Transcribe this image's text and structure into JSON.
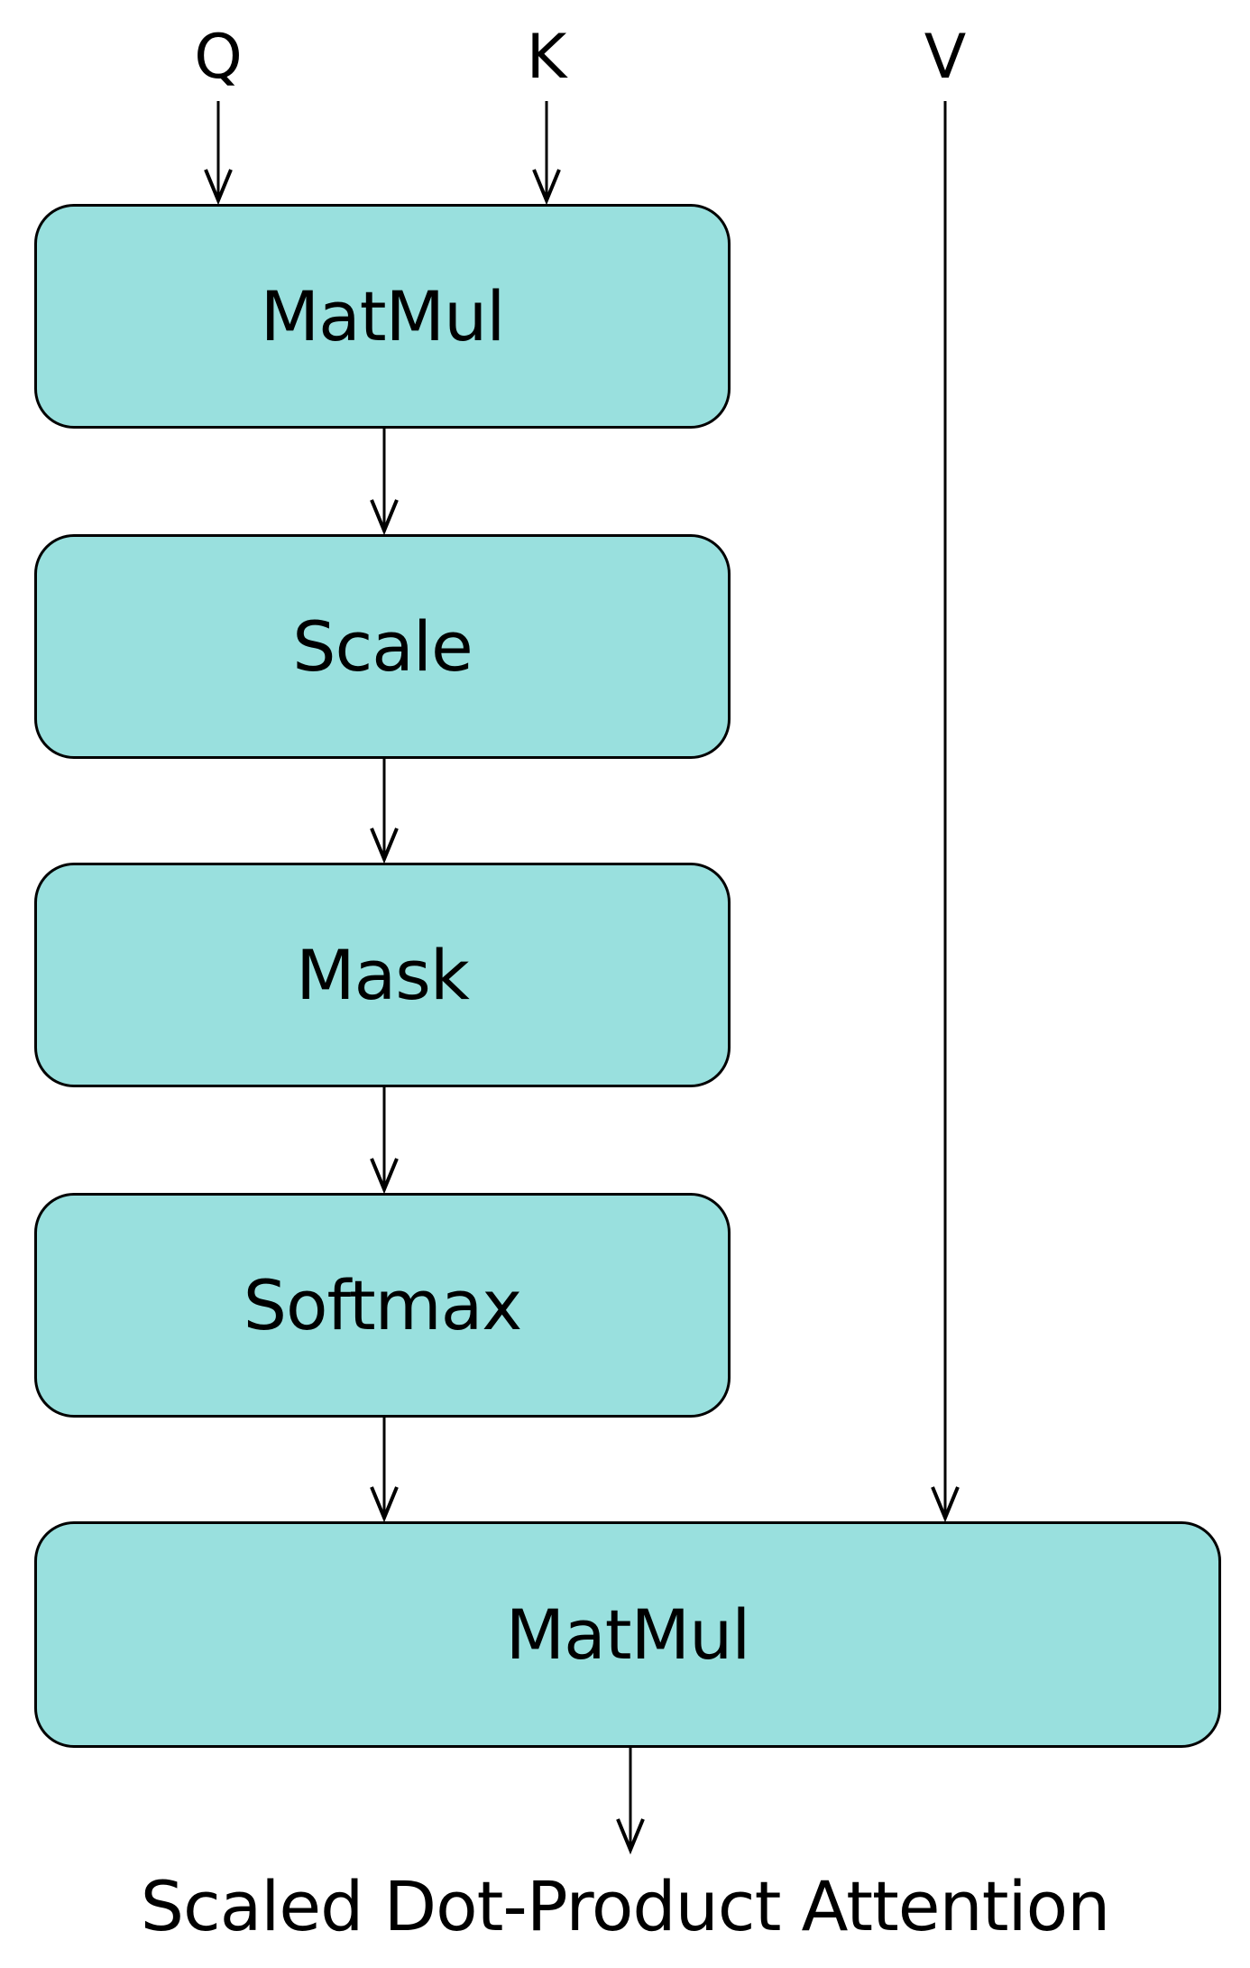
{
  "inputs": {
    "q": "Q",
    "k": "K",
    "v": "V"
  },
  "nodes": {
    "matmul_1": "MatMul",
    "scale": "Scale",
    "mask": "Mask",
    "softmax": "Softmax",
    "matmul_2": "MatMul"
  },
  "caption": "Scaled Dot-Product Attention",
  "colors": {
    "box_fill": "#99e0de",
    "stroke": "#000000"
  }
}
